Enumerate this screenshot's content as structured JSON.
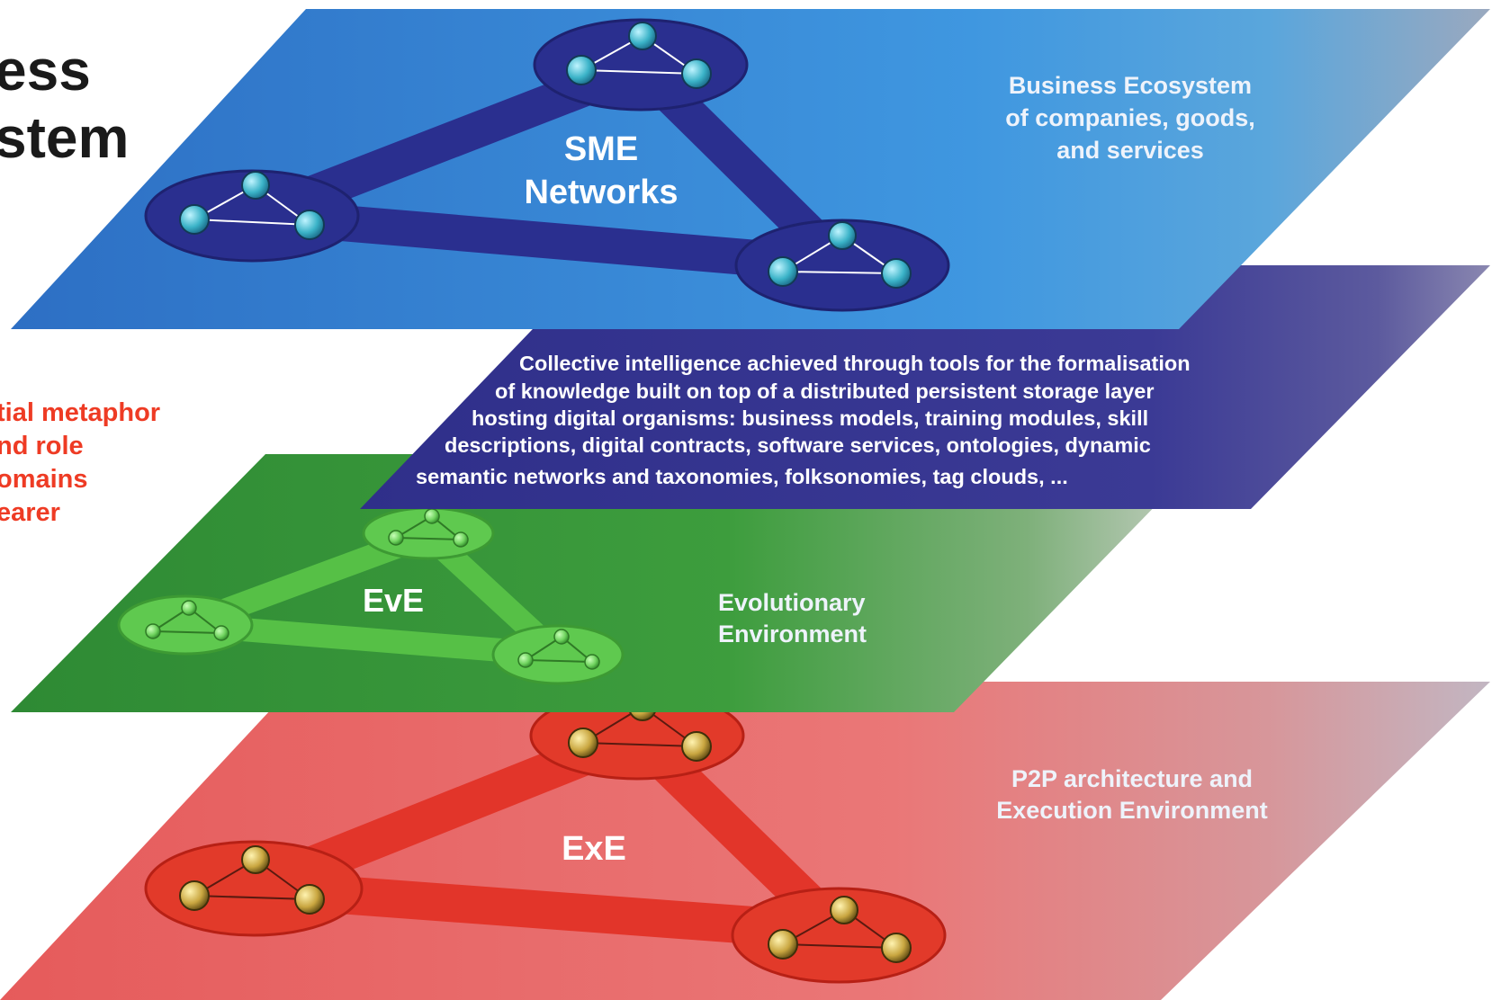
{
  "title": {
    "lines": [
      "ess",
      "stem"
    ]
  },
  "side_text": {
    "lines": [
      "tial metaphor",
      "nd role",
      "omains",
      "earer"
    ]
  },
  "layers": {
    "sme": {
      "label_lines": [
        "SME",
        "Networks"
      ],
      "description_lines": [
        "Business Ecosystem",
        "of companies, goods,",
        "and services"
      ],
      "color": "#2f7fd0",
      "network_color": "#2a2f8f",
      "node_color": "#3bb3c8"
    },
    "collective": {
      "description_lines": [
        "Collective intelligence achieved through tools for the formalisation",
        "of knowledge built on top of a distributed persistent storage layer",
        "hosting digital organisms: business models, training modules, skill",
        "descriptions, digital contracts, software services, ontologies, dynamic",
        "semantic networks and taxonomies, folksonomies, tag clouds, ..."
      ],
      "color": "#3d3c93"
    },
    "eve": {
      "label_lines": [
        "EvE"
      ],
      "description_lines": [
        "Evolutionary",
        "Environment"
      ],
      "color": "#3f9a3c",
      "network_color": "#5fc94f",
      "node_color": "#6fd35e"
    },
    "exe": {
      "label_lines": [
        "ExE"
      ],
      "description_lines": [
        "P2P architecture and",
        "Execution Environment"
      ],
      "color": "#e86c6c",
      "network_color": "#e23a2a",
      "node_color": "#c9a640"
    }
  }
}
